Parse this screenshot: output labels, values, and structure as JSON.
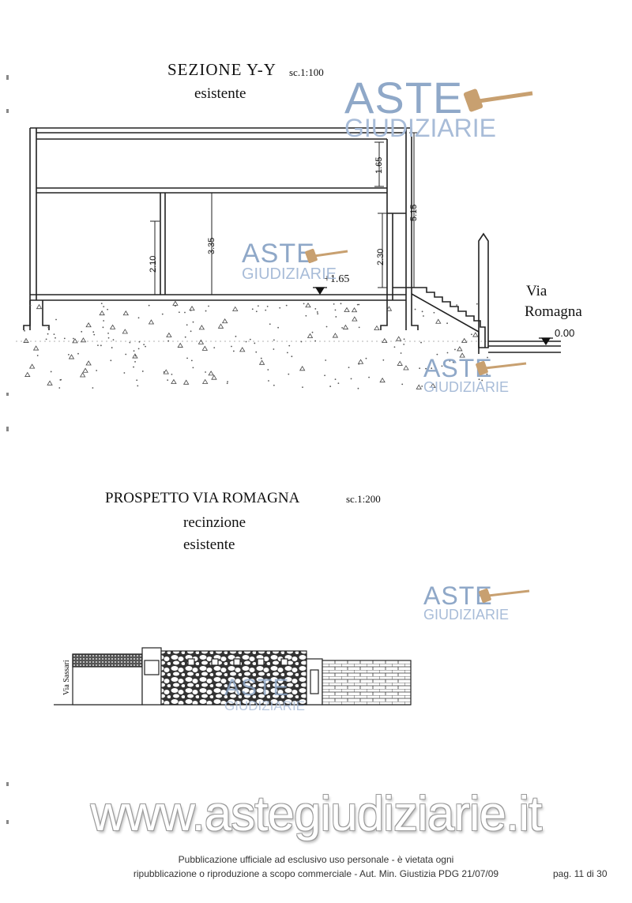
{
  "section": {
    "title": "SEZIONE Y-Y",
    "scale": "sc.1:100",
    "subtitle": "esistente",
    "dims": {
      "d_165": "1.65",
      "d_515": "5.15",
      "d_335": "3.35",
      "d_210": "2.10",
      "d_230": "2.30",
      "level_floor": "+1.65",
      "level_street": "0.00"
    },
    "street_label_1": "Via",
    "street_label_2": "Romagna"
  },
  "elevation": {
    "title": "PROSPETTO VIA ROMAGNA",
    "scale": "sc.1:200",
    "subtitle_1": "recinzione",
    "subtitle_2": "esistente",
    "side_label": "Via Sassari"
  },
  "watermarks": {
    "aste": "ASTE",
    "giudiziarie": "GIUDIZIARIE",
    "site": "www.astegiudiziarie.it"
  },
  "footer": {
    "line1": "Pubblicazione ufficiale ad esclusivo uso personale - è vietata ogni",
    "line2": "ripubblicazione o riproduzione a scopo commerciale - Aut. Min. Giustizia PDG 21/07/09",
    "page": "pag. 11 di 30"
  },
  "colors": {
    "watermark_blue": "#8fa8c8",
    "gavel": "#c8a070"
  }
}
